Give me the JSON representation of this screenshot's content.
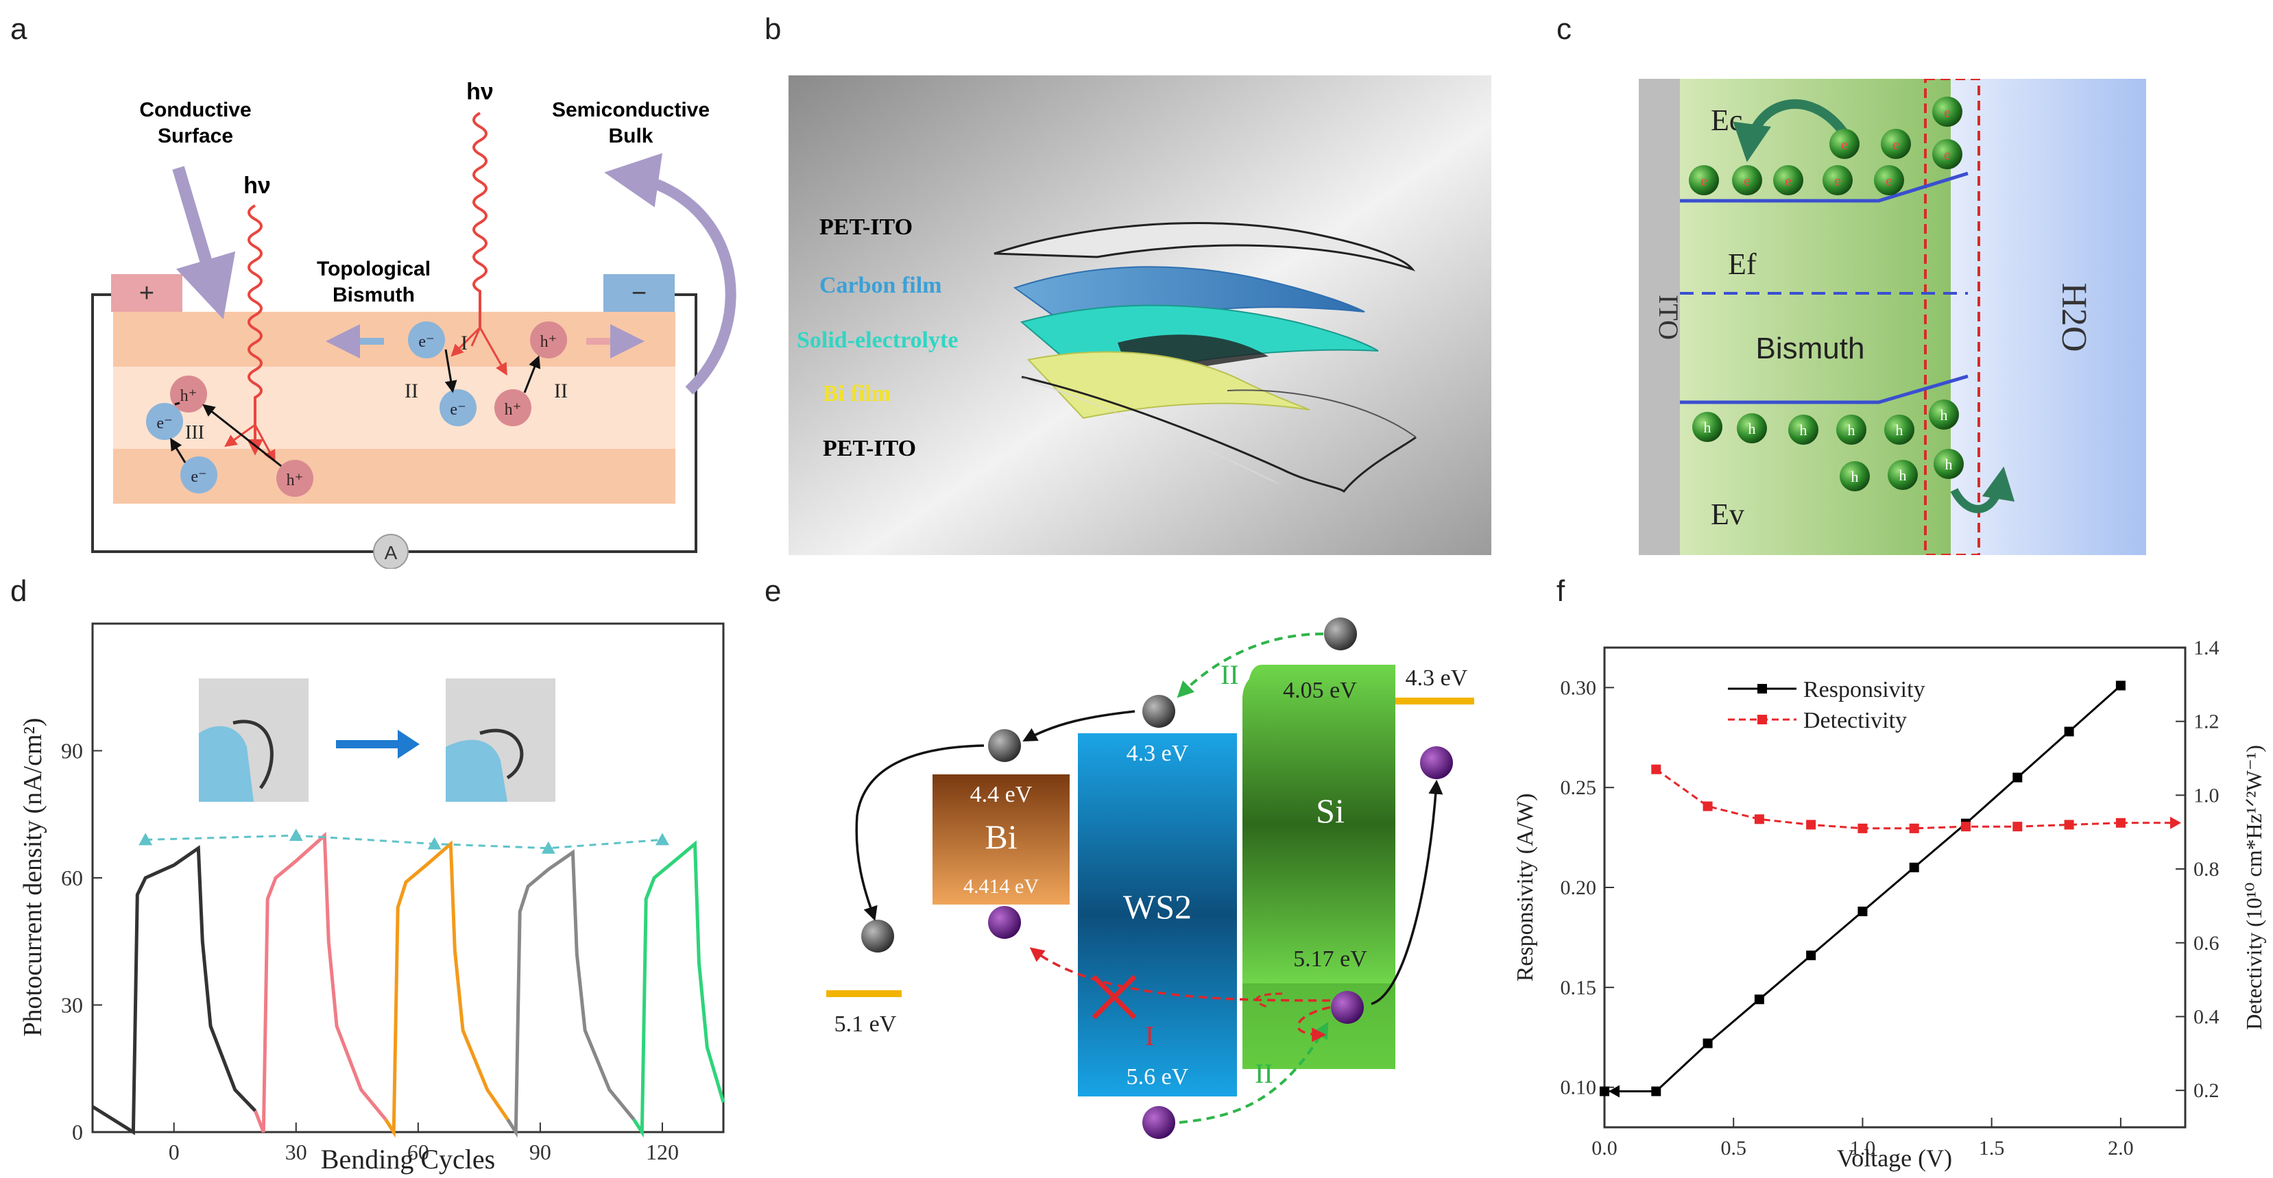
{
  "panels": {
    "a": {
      "label": "a",
      "conductive_surface": [
        "Conductive",
        "Surface"
      ],
      "semiconductive_bulk": [
        "Semiconductive",
        "Bulk"
      ],
      "hv_left": "hν",
      "hv_right": "hν",
      "topological_bismuth": [
        "Topological",
        "Bismuth"
      ],
      "plus": "+",
      "minus": "−",
      "ammeter": "A",
      "electron": "e⁻",
      "hole": "h⁺",
      "roman_I": "I",
      "roman_II": "II",
      "roman_III": "III"
    },
    "b": {
      "label": "b",
      "layers": [
        "PET-ITO",
        "Carbon film",
        "Solid-electrolyte",
        "Bi film",
        "PET-ITO"
      ],
      "layer_colors": [
        "#1a1a1a",
        "#3aa0d8",
        "#2fd6c4",
        "#f2e22a",
        "#1a1a1a"
      ]
    },
    "c": {
      "label": "c",
      "ec": "Ec",
      "ef": "Ef",
      "ev": "Ev",
      "material": "Bismuth",
      "electrode": "ITO",
      "electrolyte": "H2O",
      "electron": "e",
      "hole": "h"
    },
    "d": {
      "label": "d",
      "xlabel": "Bending Cycles",
      "ylabel": "Photocurrent density (nA/cm²)",
      "xticks": [
        "0",
        "30",
        "60",
        "90",
        "120"
      ],
      "yticks": [
        "0",
        "30",
        "60",
        "90"
      ],
      "series_colors": [
        "#333333",
        "#f07c86",
        "#f39a1a",
        "#888888",
        "#2ed47a"
      ]
    },
    "e": {
      "label": "e",
      "bi": {
        "name": "Bi",
        "top": "4.4 eV",
        "bottom": "4.414 eV"
      },
      "ws2": {
        "name": "WS2",
        "top": "4.3 eV",
        "bottom": "5.6 eV"
      },
      "si": {
        "name": "Si",
        "top": "4.05 eV",
        "bottom": "5.17 eV"
      },
      "left_level": "5.1 eV",
      "right_level": "4.3 eV",
      "path_I": "I",
      "path_II": "II"
    },
    "f": {
      "label": "f",
      "xlabel": "Voltage (V)",
      "ylabel_left": "Responsivity (A/W)",
      "ylabel_right": "Detectivity (10¹⁰ cm*Hz¹ᐟ²W⁻¹)",
      "xticks": [
        "0.0",
        "0.5",
        "1.0",
        "1.5",
        "2.0"
      ],
      "yticks_left": [
        "0.10",
        "0.15",
        "0.20",
        "0.25",
        "0.30"
      ],
      "yticks_right": [
        "0.2",
        "0.4",
        "0.6",
        "0.8",
        "1.0",
        "1.2",
        "1.4"
      ],
      "legend": [
        "Responsivity",
        "Detectivity"
      ]
    }
  },
  "chart_data": [
    {
      "type": "line",
      "panel": "d",
      "xlabel": "Bending Cycles",
      "ylabel": "Photocurrent density (nA/cm²)",
      "xlim": [
        -20,
        135
      ],
      "ylim": [
        0,
        120
      ],
      "xticks": [
        0,
        30,
        60,
        90,
        120
      ],
      "yticks": [
        0,
        30,
        60,
        90
      ],
      "series": [
        {
          "color": "#333333",
          "x": [
            -20,
            -10,
            -9,
            -7,
            0,
            6,
            7,
            9,
            15,
            20
          ],
          "y": [
            6,
            0,
            56,
            60,
            63,
            67,
            45,
            25,
            10,
            5
          ]
        },
        {
          "color": "#f07c86",
          "x": [
            20,
            22,
            23,
            25,
            30,
            37,
            38,
            40,
            46,
            52
          ],
          "y": [
            5,
            0,
            55,
            60,
            64,
            70,
            45,
            25,
            10,
            3
          ]
        },
        {
          "color": "#f39a1a",
          "x": [
            52,
            54,
            55,
            57,
            62,
            68,
            69,
            71,
            77,
            82
          ],
          "y": [
            3,
            0,
            53,
            59,
            63,
            68,
            43,
            24,
            10,
            3
          ]
        },
        {
          "color": "#888888",
          "x": [
            82,
            84,
            85,
            87,
            92,
            98,
            99,
            101,
            107,
            113
          ],
          "y": [
            3,
            0,
            52,
            58,
            62,
            66,
            42,
            24,
            10,
            3
          ]
        },
        {
          "color": "#2ed47a",
          "x": [
            113,
            115,
            116,
            118,
            123,
            128,
            129,
            131,
            135
          ],
          "y": [
            3,
            0,
            55,
            60,
            64,
            68,
            40,
            20,
            7
          ]
        }
      ],
      "peaks": {
        "color": "#5ec3c8",
        "x": [
          -7,
          30,
          64,
          92,
          120
        ],
        "y": [
          69,
          70,
          68,
          67,
          69
        ]
      }
    },
    {
      "type": "line",
      "panel": "f",
      "xlabel": "Voltage (V)",
      "ylabel": "Responsivity (A/W)",
      "y2label": "Detectivity (10¹⁰ cm*Hz¹ᐟ²W⁻¹)",
      "xlim": [
        0,
        2.25
      ],
      "ylim": [
        0.08,
        0.32
      ],
      "y2lim": [
        0.1,
        1.4
      ],
      "series": [
        {
          "name": "Responsivity",
          "axis": "left",
          "color": "#000000",
          "x": [
            0,
            0.2,
            0.4,
            0.6,
            0.8,
            1.0,
            1.2,
            1.4,
            1.6,
            1.8,
            2.0
          ],
          "y": [
            0.098,
            0.098,
            0.122,
            0.144,
            0.166,
            0.188,
            0.21,
            0.232,
            0.255,
            0.278,
            0.301
          ]
        },
        {
          "name": "Detectivity",
          "axis": "right",
          "color": "#e8262a",
          "x": [
            0.2,
            0.4,
            0.6,
            0.8,
            1.0,
            1.2,
            1.4,
            1.6,
            1.8,
            2.0
          ],
          "y": [
            1.07,
            0.97,
            0.935,
            0.92,
            0.91,
            0.91,
            0.915,
            0.915,
            0.92,
            0.925
          ]
        }
      ],
      "legend": "top-left"
    }
  ]
}
